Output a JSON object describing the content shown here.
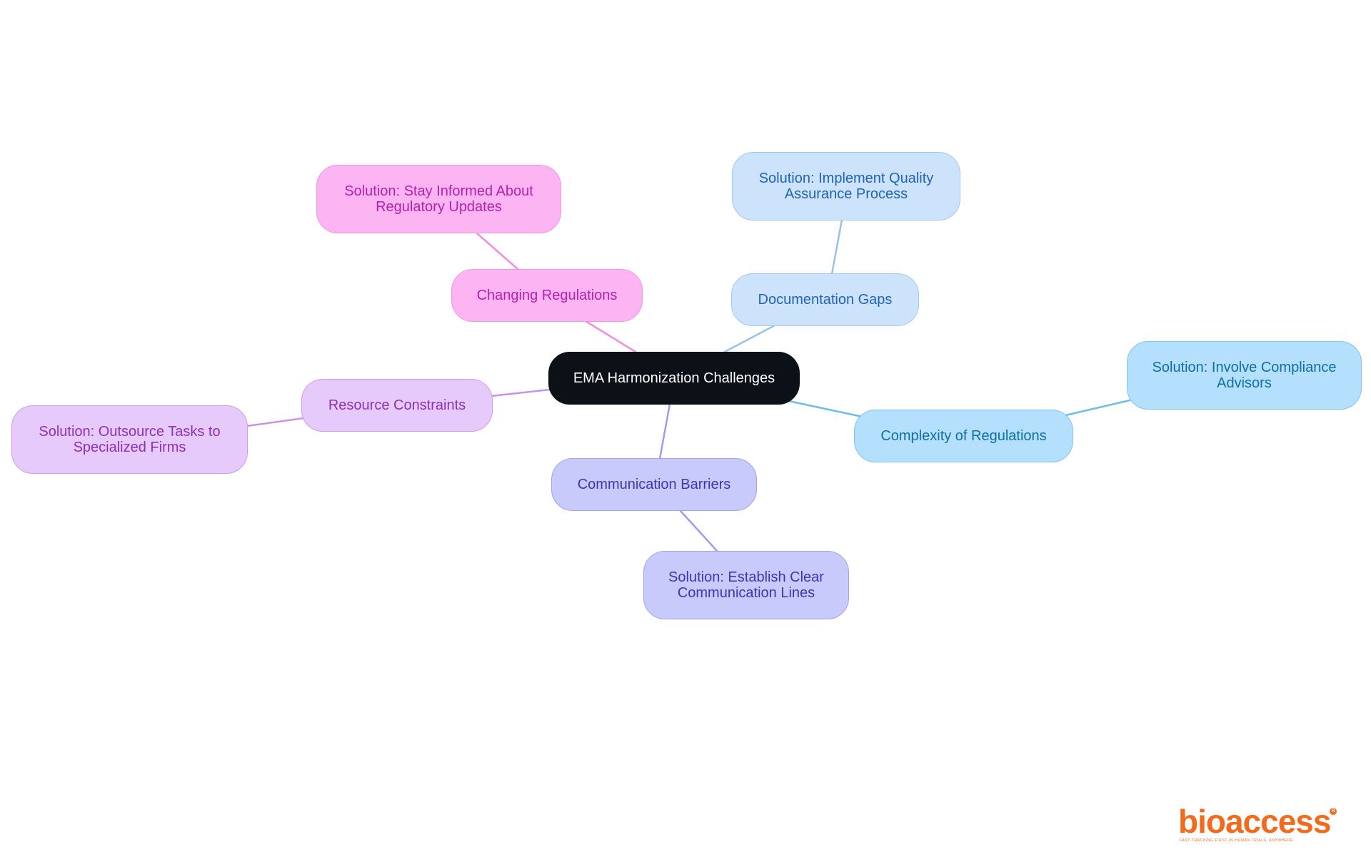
{
  "diagram": {
    "center": {
      "label": "EMA Harmonization Challenges"
    },
    "branches": [
      {
        "id": "changing-regulations",
        "label": "Changing Regulations",
        "solution": "Solution: Stay Informed About\nRegulatory Updates",
        "color": "#fdb4f3",
        "line_color": "#ee8fe0"
      },
      {
        "id": "documentation-gaps",
        "label": "Documentation Gaps",
        "solution": "Solution: Implement Quality\nAssurance Process",
        "color": "#cde3fb",
        "line_color": "#98c2ec"
      },
      {
        "id": "complexity-of-regulations",
        "label": "Complexity of Regulations",
        "solution": "Solution: Involve Compliance\nAdvisors",
        "color": "#b4e0fd",
        "line_color": "#6dbdec"
      },
      {
        "id": "communication-barriers",
        "label": "Communication Barriers",
        "solution": "Solution: Establish Clear\nCommunication Lines",
        "color": "#c9cafc",
        "line_color": "#9c9cf0"
      },
      {
        "id": "resource-constraints",
        "label": "Resource Constraints",
        "solution": "Solution: Outsource Tasks to\nSpecialized Firms",
        "color": "#e7cafc",
        "line_color": "#c991ec"
      }
    ]
  },
  "logo": {
    "wordmark": "bioaccess",
    "registered": "R",
    "tagline": "FAST-TRACKING FIRST-IN-HUMAN TRIALS, ANYWHERE",
    "color": "#f26a1b"
  }
}
